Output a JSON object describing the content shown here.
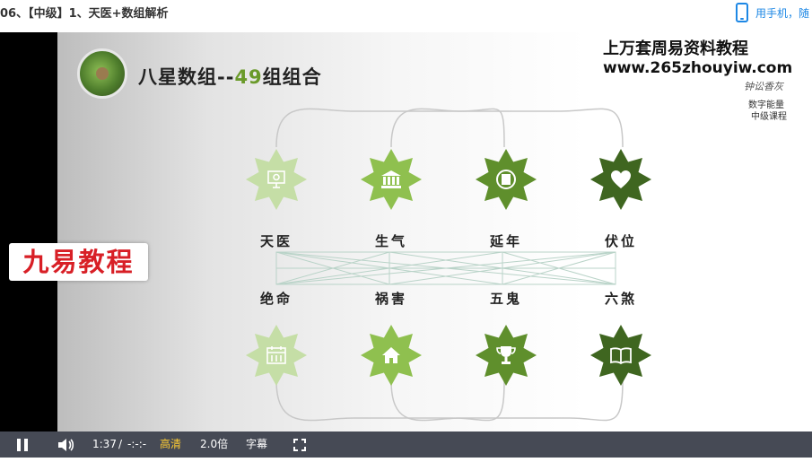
{
  "header": {
    "title": "06、【中级】1、天医+数组解析",
    "mobile_text": "用手机，随"
  },
  "slide": {
    "title_prefix": "八星数组--",
    "title_highlight": "49",
    "title_suffix": "组组合",
    "watermark_title": "上万套周易资料教程",
    "watermark_url": "www.265zhouyiw.com",
    "signature": "钟讼香灰",
    "course_line1": "数字能量",
    "course_line2": "中级课程",
    "nine_label": "九易教程",
    "top_stars": [
      {
        "label": "天医",
        "icon": "presentation-icon",
        "color": "#c5dea6"
      },
      {
        "label": "生气",
        "icon": "bank-icon",
        "color": "#8fc04f"
      },
      {
        "label": "延年",
        "icon": "trash-icon",
        "color": "#5f8f2c"
      },
      {
        "label": "伏位",
        "icon": "heart-icon",
        "color": "#3f6620"
      }
    ],
    "bottom_stars": [
      {
        "label": "绝命",
        "icon": "calendar-icon",
        "color": "#c5dea6"
      },
      {
        "label": "祸害",
        "icon": "home-icon",
        "color": "#8fc04f"
      },
      {
        "label": "五鬼",
        "icon": "trophy-icon",
        "color": "#5f8f2c"
      },
      {
        "label": "六煞",
        "icon": "book-icon",
        "color": "#3f6620"
      }
    ]
  },
  "controls": {
    "time_current": "1:37",
    "time_separator": "/",
    "time_total": "-:-:-",
    "quality": "高清",
    "speed": "2.0倍",
    "subtitle": "字幕"
  }
}
